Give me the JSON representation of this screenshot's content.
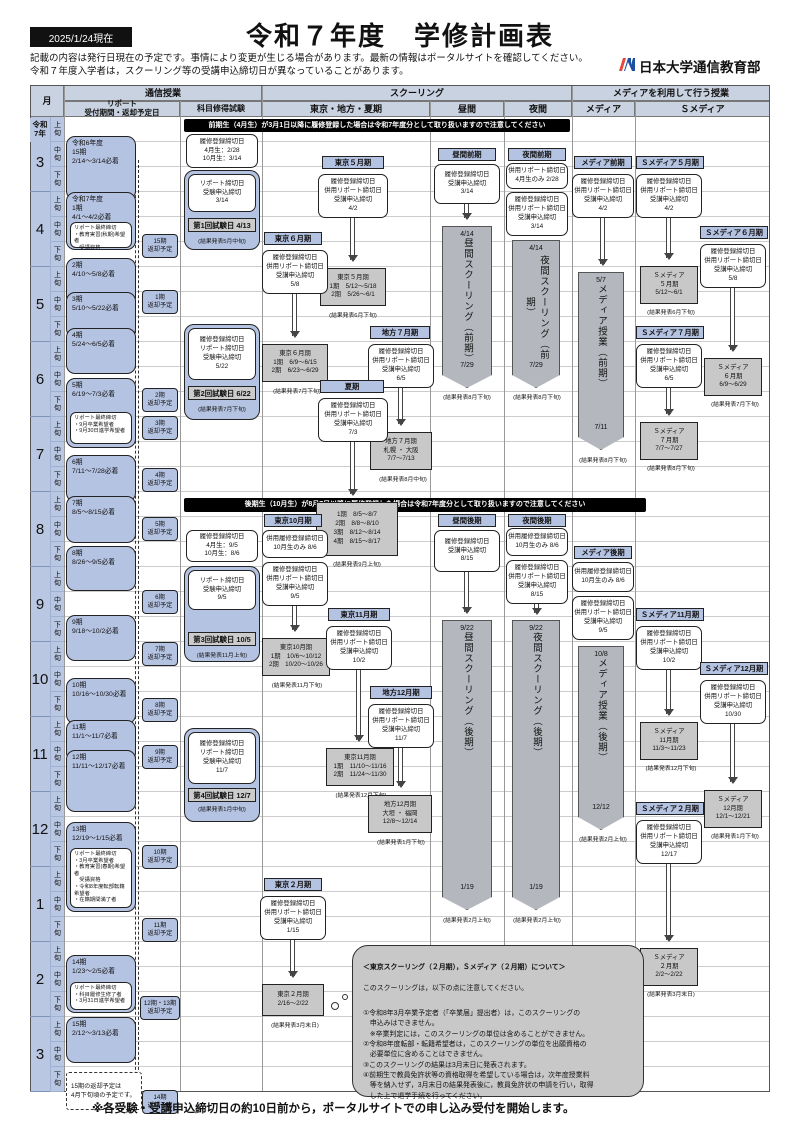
{
  "header": {
    "date_badge": "2025/1/24現在",
    "title": "令和７年度　学修計画表",
    "notes": "記載の内容は発行日現在の予定です。事情により変更が生じる場合があります。最新の情報はポータルサイトを確認してください。\n令和７年度入学者は，スクーリング等の受講申込締切日が異なっていることがあります。",
    "logo": "日本大学通信教育部"
  },
  "table_header": {
    "month": "月",
    "tsushin": "通信授業",
    "report": "リポート\n受付期間・返却予定日",
    "exam": "科目修得試験",
    "schooling": "スクーリング",
    "tokyo": "東京・地方・夏期",
    "daytime": "昼間",
    "night": "夜間",
    "media_group": "メディアを利用して行う授業",
    "media": "メディア",
    "smedia": "Ｓメディア"
  },
  "banners": {
    "zenki": "前期生（4月生）が3月1日以降に履修登録した場合は令和7年度分として取り扱いますので注意してください",
    "kouki": "後期生（10月生）が8月7日以降に履修登録した場合は令和7年度分として取り扱いますので注意してください"
  },
  "era": "令和\n7年",
  "month_numbers": [
    "3",
    "4",
    "5",
    "6",
    "7",
    "8",
    "9",
    "10",
    "11",
    "12",
    "1",
    "2",
    "3"
  ],
  "sub_labels": [
    "上旬",
    "中旬",
    "下旬"
  ],
  "report_boxes": [
    {
      "text": "令和6年度\n15期\n2/14～3/14必着"
    },
    {
      "text": "令和7年度\n1期\n4/1～4/2必着",
      "note": "リポート最終締切\n・教育実習(秋期)希望者\n　受講資格"
    },
    {
      "text": "2期\n4/10～5/8必着"
    },
    {
      "text": "3期\n5/10～5/22必着"
    },
    {
      "text": "4期\n5/24～6/5必着"
    },
    {
      "text": "5期\n6/19～7/3必着",
      "note": "リポート最終締切\n・9月卒業希望者\n・9月30日進学希望者"
    },
    {
      "text": "6期\n7/11～7/28必着"
    },
    {
      "text": "7期\n8/5～8/15必着"
    },
    {
      "text": "8期\n8/26～9/5必着"
    },
    {
      "text": "9期\n9/18～10/2必着"
    },
    {
      "text": "10期\n10/16～10/30必着"
    },
    {
      "text": "11期\n11/1～11/7必着"
    },
    {
      "text": "12期\n11/11～12/17必着"
    },
    {
      "text": "13期\n12/19～1/15必着",
      "note": "リポート最終締切\n・3月卒業希望者\n・教育実習(春期)希望者\n　受講資格\n・令和8年度転部転籍希望者\n・在籍期間満了者"
    },
    {
      "text": "14期\n1/23～2/5必着",
      "note": "リポート最終締切\n・科目履修生修了者\n・3月31日進学希望者"
    },
    {
      "text": "15期\n2/12～3/13必着"
    }
  ],
  "dashed_note": "15期の返却予定は\n4月下旬頃の予定です。",
  "return_boxes": [
    "15期\n返却予定",
    "1期\n返却予定",
    "2期\n返却予定",
    "3期\n返却予定",
    "4期\n返却予定",
    "5期\n返却予定",
    "6期\n返却予定",
    "7期\n返却予定",
    "8期\n返却予定",
    "9期\n返却予定",
    "10期\n返却予定",
    "11期\n返却予定",
    "12期・13期\n返却予定",
    "14期\n返却予定"
  ],
  "exam": {
    "reg1": "履修登録締切日\n4月生：2/28\n10月生：3/14",
    "g1_deadline": "リポート締切日\n受験申込締切\n3/14",
    "g1_exam": "第1回試験日 4/13",
    "g1_caption": "(結果発表5月中旬)",
    "g2_deadline": "履修登録締切日\nリポート締切日\n受験申込締切\n5/22",
    "g2_exam": "第2回試験日 6/22",
    "g2_caption": "(結果発表7月下旬)",
    "reg2": "履修登録締切日\n4月生：9/5\n10月生：8/6",
    "g3_deadline": "リポート締切日\n受験申込締切\n9/5",
    "g3_exam": "第3回試験日 10/5",
    "g3_caption": "(結果発表11月上旬)",
    "g4_deadline": "履修登録締切日\nリポート締切日\n受験申込締切\n11/7",
    "g4_exam": "第4回試験日 12/7",
    "g4_caption": "(結果発表1月中旬)"
  },
  "tokyo": [
    {
      "tab": "東京５月期",
      "deadline": "履修登録締切日\n併用リポート締切日\n受講申込締切\n4/2",
      "result": "東京５月期\n1期　5/12～5/18\n2期　5/26～6/1",
      "caption": "(結果発表6月下旬)"
    },
    {
      "tab": "東京６月期",
      "deadline": "履修登録締切日\n併用リポート締切日\n受講申込締切\n5/8",
      "result": "東京６月期\n1期　6/9～6/15\n2期　6/23～6/29",
      "caption": "(結果発表7月下旬)"
    },
    {
      "tab": "地方７月期",
      "deadline": "履修登録締切日\n併用リポート締切日\n受講申込締切\n6/5",
      "result": "地方７月期\n札幌 ・ 大阪\n7/7～7/13",
      "caption": "(結果発表8月中旬)"
    },
    {
      "tab": "夏期",
      "deadline": "履修登録締切日\n併用リポート締切日\n受講申込締切\n7/3",
      "result": "1期　8/5～8/7\n2期　8/8～8/10\n3期　8/12～8/14\n4期　8/15～8/17",
      "caption": "(結果発表9月上旬)"
    },
    {
      "tab": "東京10月期",
      "pre": "併用履修登録締切日\n10月生のみ 8/6",
      "deadline": "履修登録締切日\n併用リポート締切日\n受講申込締切\n9/5",
      "result": "東京10月期\n1期　10/6～10/12\n2期　10/20～10/26",
      "caption": "(結果発表11月下旬)"
    },
    {
      "tab": "東京11月期",
      "deadline": "履修登録締切日\n併用リポート締切日\n受講申込締切\n10/2",
      "result": "東京11月期\n1期　11/10～11/16\n2期　11/24～11/30",
      "caption": "(結果発表12月下旬)"
    },
    {
      "tab": "地方12月期",
      "deadline": "履修登録締切日\n併用リポート締切日\n受講申込締切\n11/7",
      "result": "地方12月期\n大垣 ・ 福岡\n12/8～12/14",
      "caption": "(結果発表1月下旬)"
    },
    {
      "tab": "東京２月期",
      "deadline": "履修登録締切日\n併用リポート締切日\n受講申込締切\n1/15",
      "result": "東京２月期\n2/16～2/22",
      "caption": "(結果発表3月末日)"
    }
  ],
  "daytime": {
    "zenki": {
      "tab": "昼間前期",
      "deadline": "履修登録締切日\n受講申込締切\n3/14",
      "start": "4/14",
      "bar": "昼間スクーリング（前期）",
      "end": "7/29",
      "caption": "(結果発表8月下旬)"
    },
    "kouki": {
      "tab": "昼間後期",
      "deadline": "履修登録締切日\n受講申込締切\n8/15",
      "start": "9/22",
      "bar": "昼間スクーリング（後期）",
      "end": "1/19",
      "caption": "(結果発表2月上旬)"
    }
  },
  "night": {
    "zenki": {
      "tab": "夜間前期",
      "pre": "併用リポート締切日\n4月生のみ 2/28",
      "deadline": "履修登録締切日\n併用リポート締切日\n受講申込締切\n3/14",
      "start": "4/14",
      "bar": "夜間スクーリング（前期）",
      "end": "7/29",
      "caption": "(結果発表8月下旬)"
    },
    "kouki": {
      "tab": "夜間後期",
      "pre": "併用履修登録締切日\n10月生のみ 8/6",
      "deadline": "履修登録締切日\n併用リポート締切日\n受講申込締切\n8/15",
      "start": "9/22",
      "bar": "夜間スクーリング（後期）",
      "end": "1/19",
      "caption": "(結果発表2月上旬)"
    }
  },
  "media": {
    "zenki": {
      "tab": "メディア前期",
      "deadline": "履修登録締切日\n併用リポート締切日\n受講申込締切\n4/2",
      "start": "5/7",
      "bar": "メディア授業（前期）",
      "end": "7/11",
      "caption": "(結果発表8月下旬)"
    },
    "kouki": {
      "tab": "メディア後期",
      "pre": "併用履修登録締切日\n10月生のみ 8/6",
      "deadline": "履修登録締切日\n併用リポート締切日\n受講申込締切\n9/5",
      "start": "10/8",
      "bar": "メディア授業（後期）",
      "end": "12/12",
      "caption": "(結果発表2月上旬)"
    }
  },
  "smedia": [
    {
      "tab": "Ｓメディア５月期",
      "deadline": "履修登録締切日\n併用リポート締切日\n受講申込締切\n4/2",
      "result": "Ｓメディア\n５月期\n5/12～6/1",
      "caption": "(結果発表6月下旬)"
    },
    {
      "tab": "Ｓメディア６月期",
      "deadline": "履修登録締切日\n併用リポート締切日\n受講申込締切\n5/8",
      "result": "Ｓメディア\n６月期\n6/9～6/29",
      "caption": "(結果発表7月下旬)"
    },
    {
      "tab": "Ｓメディア７月期",
      "deadline": "履修登録締切日\n併用リポート締切日\n受講申込締切\n6/5",
      "result": "Ｓメディア\n７月期\n7/7～7/27",
      "caption": "(結果発表8月下旬)"
    },
    {
      "tab": "Ｓメディア11月期",
      "deadline": "履修登録締切日\n併用リポート締切日\n受講申込締切\n10/2",
      "result": "Ｓメディア\n11月期\n11/3～11/23",
      "caption": "(結果発表12月下旬)"
    },
    {
      "tab": "Ｓメディア12月期",
      "deadline": "履修登録締切日\n併用リポート締切日\n受講申込締切\n10/30",
      "result": "Ｓメディア\n12月期\n12/1～12/21",
      "caption": "(結果発表1月下旬)"
    },
    {
      "tab": "Ｓメディア２月期",
      "deadline": "履修登録締切日\n併用リポート締切日\n受講申込締切\n12/17",
      "result": "Ｓメディア\n２月期\n2/2～2/22",
      "caption": "(結果発表3月末日)"
    }
  ],
  "note_bubble": {
    "title": "＜東京スクーリング（２月期），Ｓメディア（２月期）について＞",
    "intro": "このスクーリングは，以下の点に注意してください。",
    "body": "①令和8年3月卒業予定者（「卒業届」提出者）は，このスクーリングの\n　申込みはできません。\n　※卒業判定には，このスクーリングの単位は含めることができません。\n②令和8年度転部・転籍希望者は，このスクーリングの単位を出願資格の\n　必要単位に含めることはできません。\n③このスクーリングの結果は3月末日に発表されます。\n④前期生で教員免許状等の資格取得を希望している場合は，次年度授業料\n　等を納入せず，3月末日の結果発表後に，教員免許状の申請を行い，取得\n　した上で退学手続を行ってください。"
  },
  "footer": "※各受験・受講申込締切日の約10日前から，ポータルサイトでの申し込み受付を開始します。"
}
